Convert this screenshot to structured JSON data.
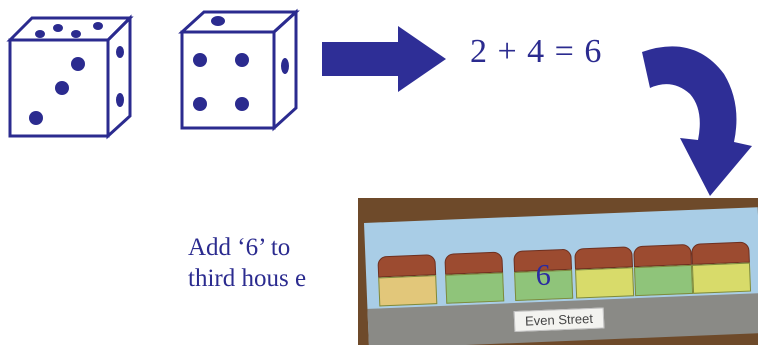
{
  "equation": "2 + 4 = 6",
  "instruction": "Add ‘6’ to\nthird hous e",
  "photo": {
    "house_number": "6",
    "street_sign": "Even Street",
    "wall_colors": [
      "#e2c77a",
      "#8fc47a",
      "#8fc47a",
      "#d8db6a",
      "#8fc47a",
      "#d8db6a"
    ]
  },
  "colors": {
    "accent": "#2b2b8f"
  }
}
